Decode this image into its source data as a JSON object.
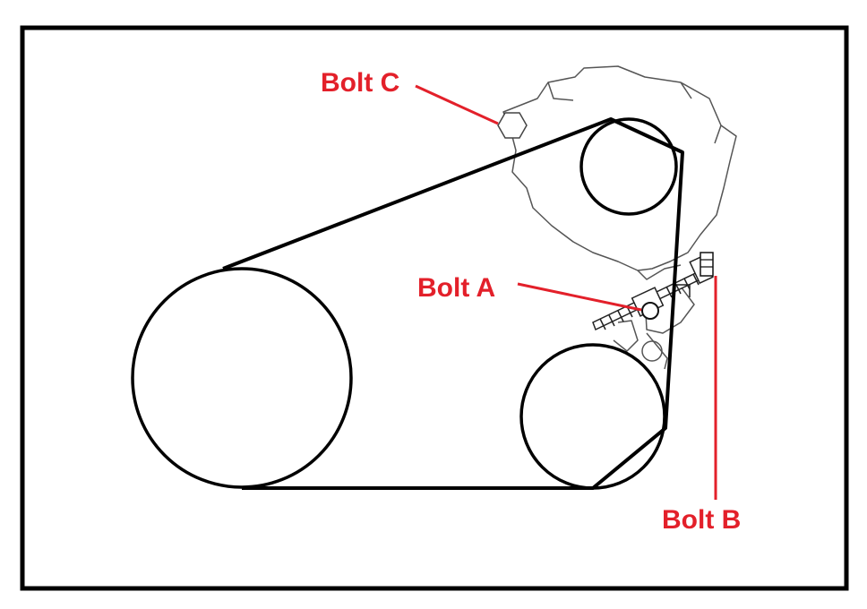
{
  "colors": {
    "frame": "#000000",
    "belt": "#000000",
    "bracket": "#555555",
    "callout": "#e3202a",
    "background": "#ffffff"
  },
  "callouts": {
    "bolt_a": "Bolt A",
    "bolt_b": "Bolt B",
    "bolt_c": "Bolt C"
  }
}
